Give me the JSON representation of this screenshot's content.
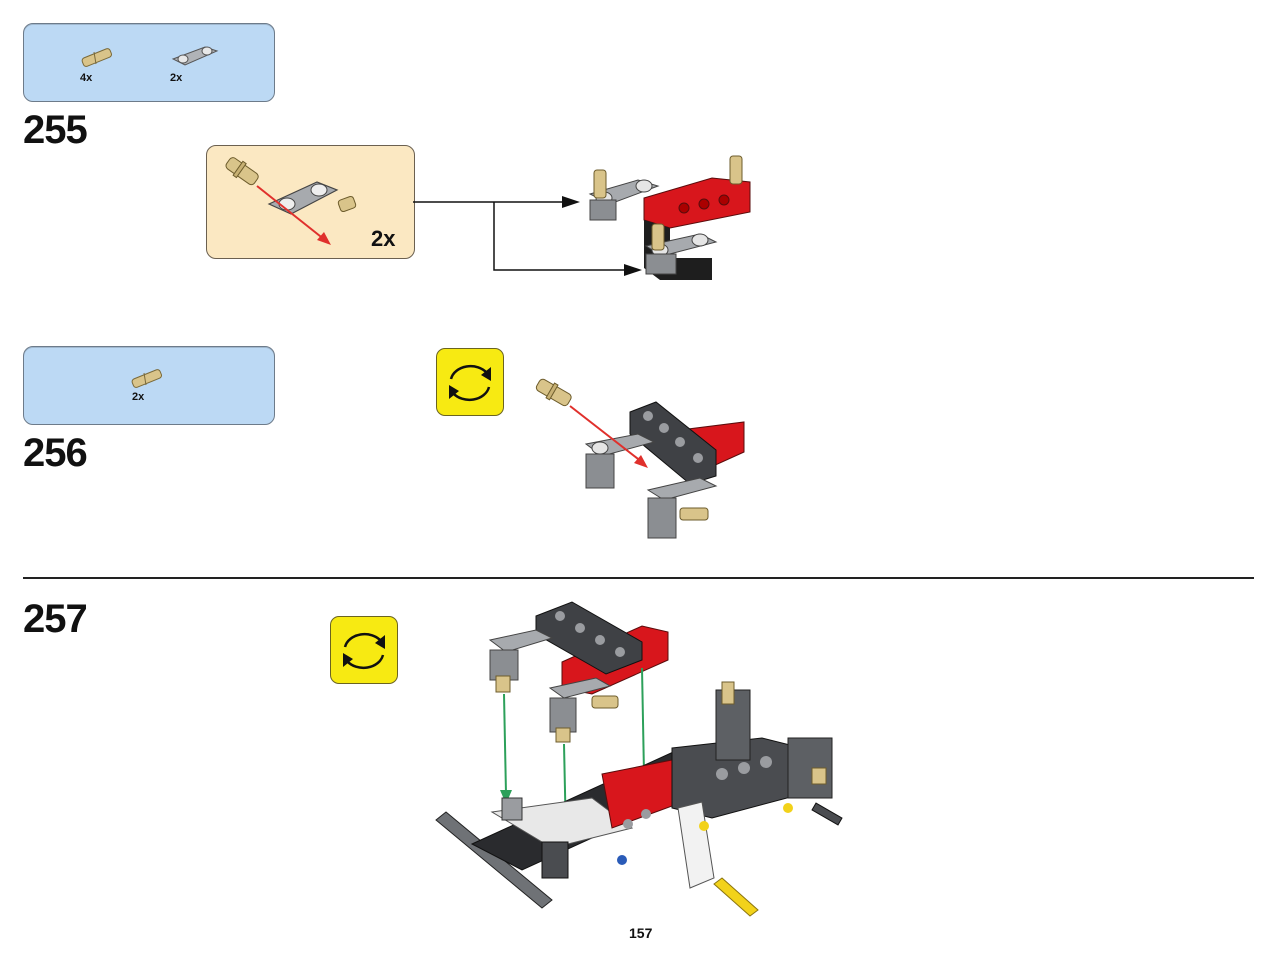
{
  "colors": {
    "parts_box_bg": "#bcd9f4",
    "sub_box_bg": "#fbe8c2",
    "rotate_bg": "#f7ea12",
    "brick_red": "#d8161c",
    "brick_light_gray": "#a3a5a8",
    "brick_dark_gray": "#4a4c50",
    "brick_tan": "#d9c48a",
    "brick_yellow": "#f2d21a",
    "guide_green": "#2ca05a",
    "guide_red": "#e0302c"
  },
  "steps": [
    {
      "number": "255",
      "parts": [
        {
          "icon": "axle-pin-tan-icon",
          "qty": "4x"
        },
        {
          "icon": "connector-light-gray-icon",
          "qty": "2x"
        }
      ],
      "subassembly": {
        "qty": "2x"
      }
    },
    {
      "number": "256",
      "parts": [
        {
          "icon": "axle-pin-tan-icon",
          "qty": "2x"
        }
      ],
      "rotate": "rotate-model-icon"
    },
    {
      "number": "257",
      "rotate": "rotate-model-icon"
    }
  ],
  "page_number": "157"
}
